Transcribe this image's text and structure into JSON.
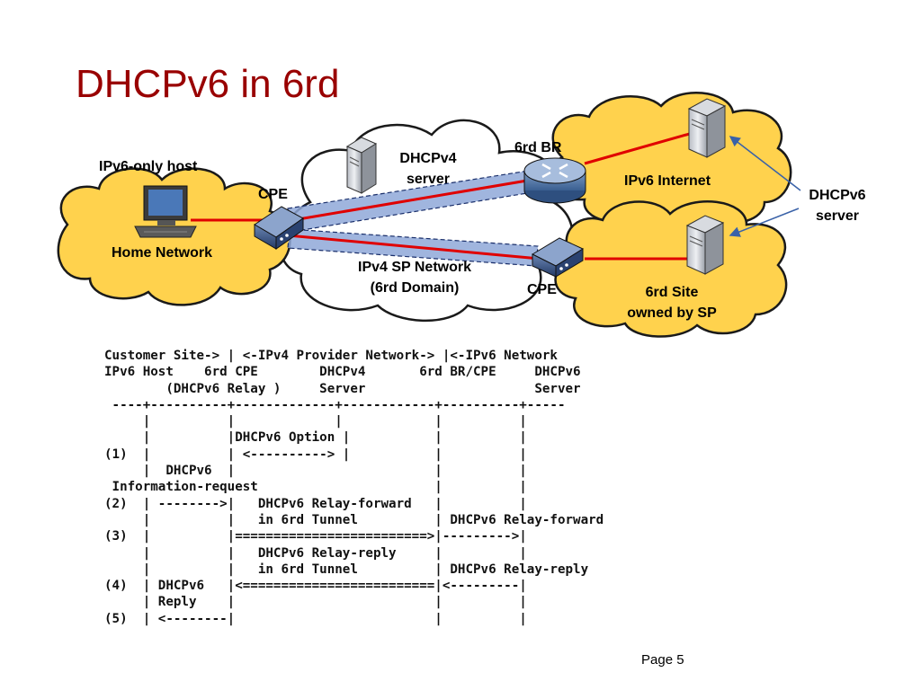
{
  "slide": {
    "title": "DHCPv6 in 6rd",
    "page_label": "Page 5"
  },
  "diagram": {
    "ipv6_host_label": "IPv6-only host",
    "home_network_label": "Home Network",
    "cpe_left_label": "CPE",
    "dhcpv4_server_label_line1": "DHCPv4",
    "dhcpv4_server_label_line2": "server",
    "br_label": "6rd BR",
    "ipv6_internet_label": "IPv6 Internet",
    "dhcpv6_server_label_line1": "DHCPv6",
    "dhcpv6_server_label_line2": "server",
    "sp_network_label_line1": "IPv4 SP Network",
    "sp_network_label_line2": "(6rd Domain)",
    "cpe_right_label": "CPE",
    "site_label_line1": "6rd Site",
    "site_label_line2": "owned by SP",
    "colors": {
      "cloud_fill": "#FFD24D",
      "link_red": "#E00000",
      "tunnel_blue": "#8FA8D8",
      "title": "#990000"
    },
    "icons": [
      "computer-icon",
      "server-icon",
      "router-icon",
      "cpe-device-icon"
    ]
  },
  "sequence_text": "Customer Site-> | <-IPv4 Provider Network-> |<-IPv6 Network\nIPv6 Host    6rd CPE        DHCPv4       6rd BR/CPE     DHCPv6\n        (DHCPv6 Relay )     Server                      Server\n ----+----------+-------------+------------+----------+-----\n     |          |             |            |          |\n     |          |DHCPv6 Option |           |          |\n(1)  |          | <----------> |           |          |\n     |  DHCPv6  |                          |          |\n Information-request                       |          |\n(2)  | -------->|   DHCPv6 Relay-forward   |          |\n     |          |   in 6rd Tunnel          | DHCPv6 Relay-forward\n(3)  |          |=========================>|--------->|\n     |          |   DHCPv6 Relay-reply     |          |\n     |          |   in 6rd Tunnel          | DHCPv6 Relay-reply\n(4)  | DHCPv6   |<=========================|<---------|\n     | Reply    |                          |          |\n(5)  | <--------|                          |          |"
}
